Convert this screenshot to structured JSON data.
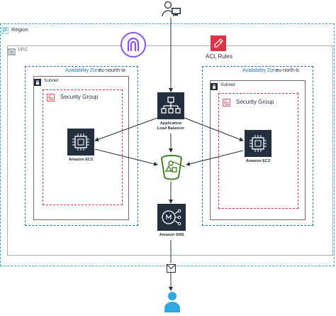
{
  "region": {
    "label": "Region"
  },
  "vpc": {
    "label": "VPC"
  },
  "acl": {
    "label": "ACL Rules"
  },
  "zones": [
    {
      "label": "Availability Zone",
      "value": "eu-nourth-la"
    },
    {
      "label": "Availability Zone",
      "value": "eu-north-lc"
    }
  ],
  "subnets": [
    "Subnet",
    "Subnet"
  ],
  "security_groups": [
    "Security Group",
    "Security Group"
  ],
  "nodes": {
    "alb": [
      "Application",
      "Load Balancer"
    ],
    "ec2_left": "Amazon EC2",
    "ec2_right": "Amazon EC2",
    "sns": "Amazon SNS"
  },
  "colors": {
    "region_border": "#2aa8c7",
    "az_border": "#1a73c9",
    "sg_border": "#dd3344",
    "service_bg": "#232f3e",
    "s3_green": "#3f8624",
    "vpc_purple": "#8c4fff",
    "acl_red": "#dd3344",
    "user_blue": "#2fa8e0"
  },
  "icons": [
    "user-computer-icon",
    "region-flag-icon",
    "vpc-cloud-icon",
    "vpc-endpoint-icon",
    "acl-icon",
    "subnet-lock-icon",
    "security-group-icon",
    "load-balancer-icon",
    "ec2-icon",
    "s3-bucket-icon",
    "sns-icon",
    "email-icon",
    "user-icon"
  ]
}
